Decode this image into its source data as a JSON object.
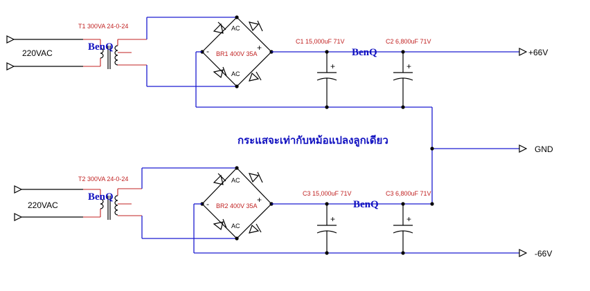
{
  "labels": {
    "ac_in_top": "220VAC",
    "ac_in_bottom": "220VAC",
    "t1": "T1 300VA 24-0-24",
    "t2": "T2 300VA 24-0-24",
    "br1": "BR1 400V 35A",
    "br2": "BR2 400V 35A",
    "c1": "C1 15,000uF 71V",
    "c2": "C2 6,800uF 71V",
    "c3a": "C3 15,000uF 71V",
    "c3b": "C3 6,800uF 71V",
    "out_pos": "+66V",
    "out_gnd": "GND",
    "out_neg": "-66V",
    "ac": "AC",
    "plus": "+",
    "minus": "-",
    "brand": "BenQ",
    "note": "กระแสจะเท่ากับหม้อแปลงลูกเดียว"
  },
  "colors": {
    "wire": "#1a1ad0",
    "component": "#000000",
    "label": "#c02020",
    "brand": "#1010c0"
  }
}
